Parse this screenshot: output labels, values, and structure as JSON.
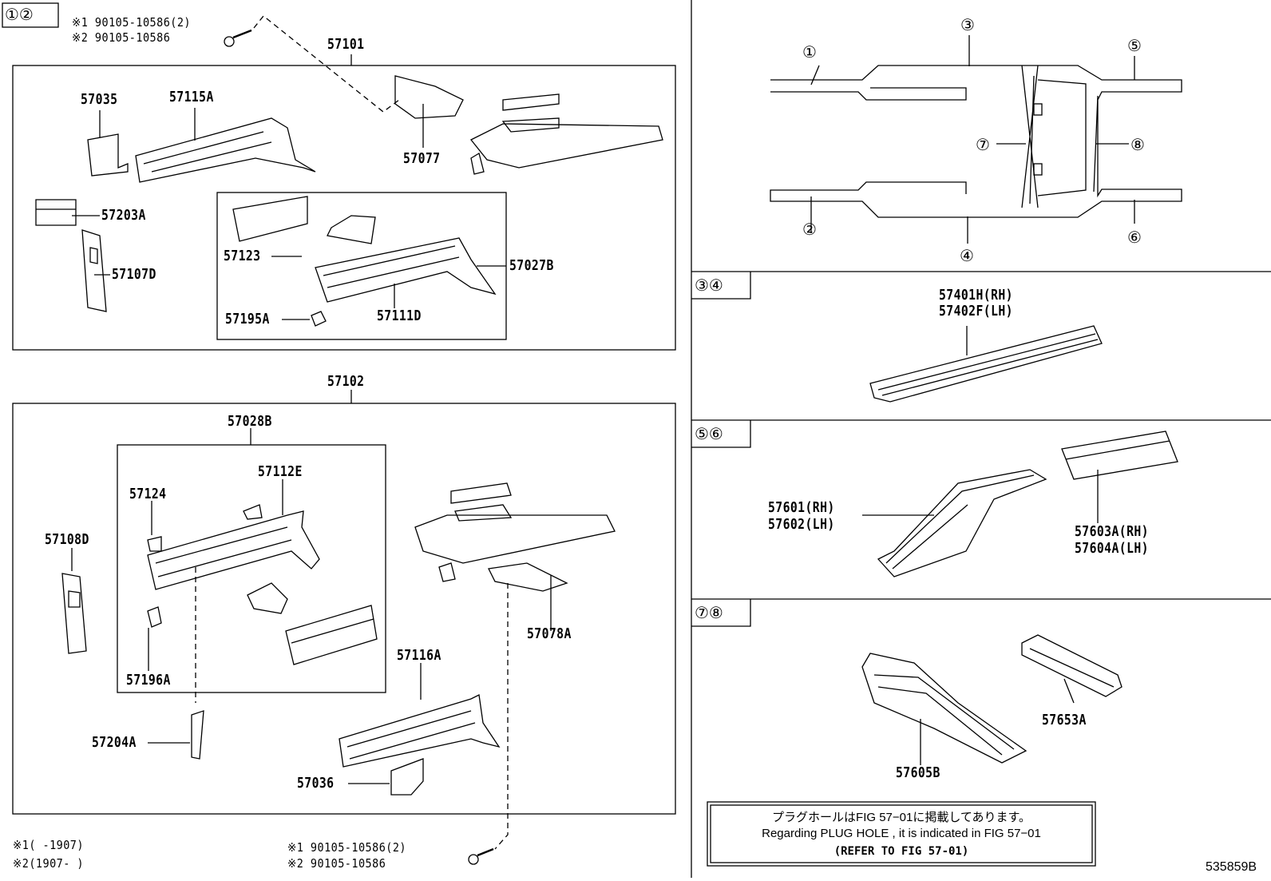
{
  "sections": {
    "s12": "①②",
    "s34": "③④",
    "s56": "⑤⑥",
    "s78": "⑦⑧"
  },
  "bolt_top": {
    "line1": "※1 90105-10586(2)",
    "line2": "※2 90105-10586"
  },
  "bolt_bottom": {
    "line1": "※1 90105-10586(2)",
    "line2": "※2 90105-10586"
  },
  "footnotes": {
    "f1": "※1(    -1907)",
    "f2": "※2(1907-    )"
  },
  "labels": {
    "p57101": "57101",
    "p57035": "57035",
    "p57115A": "57115A",
    "p57077": "57077",
    "p57203A": "57203A",
    "p57107D": "57107D",
    "p57123": "57123",
    "p57027B": "57027B",
    "p57195A": "57195A",
    "p57111D": "57111D",
    "p57102": "57102",
    "p57028B": "57028B",
    "p57112E": "57112E",
    "p57124": "57124",
    "p57108D": "57108D",
    "p57196A": "57196A",
    "p57078A": "57078A",
    "p57116A": "57116A",
    "p57204A": "57204A",
    "p57036": "57036",
    "p57401": "57401H(RH)",
    "p57402": "57402F(LH)",
    "p57601": "57601(RH)",
    "p57602": "57602(LH)",
    "p57603": "57603A(RH)",
    "p57604": "57604A(LH)",
    "p57653A": "57653A",
    "p57605B": "57605B"
  },
  "overview_markers": {
    "m1": "①",
    "m2": "②",
    "m3": "③",
    "m4": "④",
    "m5": "⑤",
    "m6": "⑥",
    "m7": "⑦",
    "m8": "⑧"
  },
  "note": {
    "line1": "プラグホールはFIG 57−01に掲載してあります。",
    "line2": "Regarding PLUG HOLE , it is indicated in FIG 57−01",
    "line3": "(REFER TO FIG 57-01)"
  },
  "diagram_id": "535859B"
}
